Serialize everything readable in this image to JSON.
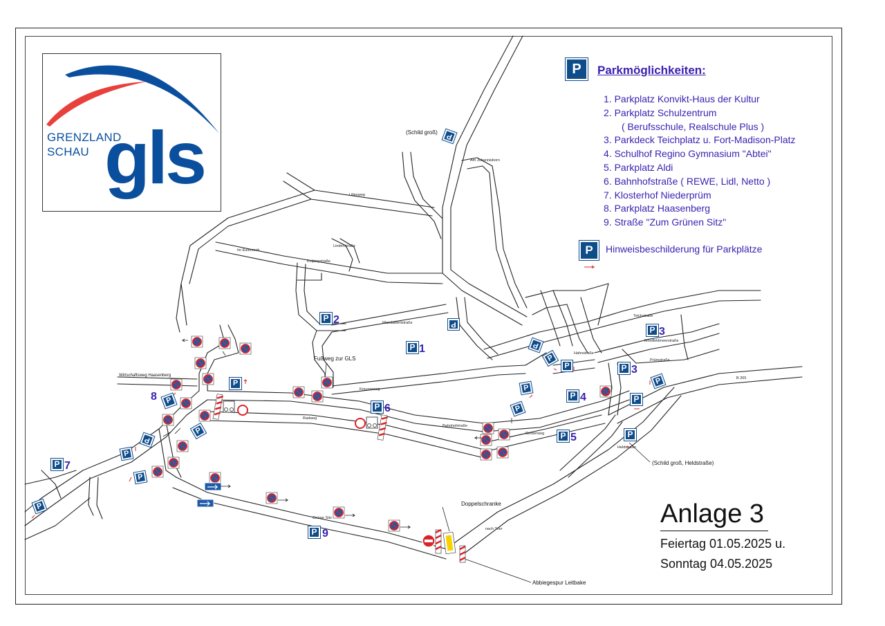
{
  "logo": {
    "line1": "GRENZLAND",
    "line2": "SCHAU",
    "wordmark": "gls",
    "colors": {
      "blue": "#0a4f9e",
      "red": "#e8413c"
    }
  },
  "legend": {
    "parking_symbol": "P",
    "title": "Parkmöglichkeiten:",
    "items": [
      "1.  Parkplatz Konvikt-Haus der Kultur",
      "2.  Parkplatz Schulzentrum",
      "( Berufsschule, Realschule Plus )",
      "3.  Parkdeck Teichplatz u. Fort-Madison-Platz",
      "4.  Schulhof Regino Gymnasium \"Abtei\"",
      "5.  Parkplatz Aldi",
      "6.  Bahnhofstraße ( REWE, Lidl, Netto )",
      "7.  Klosterhof Niederprüm",
      "8.  Parkplatz Haasenberg",
      "9.  Straße \"Zum Grünen Sitz\""
    ],
    "hint": "Hinweisbeschilderung für Parkplätze",
    "text_color": "#3a1fb0",
    "sign_color": "#0f4c8a"
  },
  "map": {
    "callouts": {
      "schild_gross": "(Schild groß)",
      "schild_held": "(Schild groß, Heldstraße)",
      "fussweg": "Fußweg zur GLS",
      "doppelschranke": "Doppelschranke",
      "abbiege": "Abbiegespur Leitbake",
      "wirtschaftsweg": "Wirtschaftsweg Haasenberg"
    },
    "parking_numbers": [
      "1",
      "2",
      "3",
      "3",
      "4",
      "5",
      "6",
      "7",
      "8",
      "9"
    ],
    "street_labels": {
      "lillenweg": "Lillenweg",
      "eulenrech": "Im Eulenrech",
      "kolpingstrasse": "Kolpingstraße",
      "lindenstrasse": "Lindenstraße",
      "wandalbertstrasse": "Wandalbertstraße",
      "kreuzerweg": "Kreuzerweg",
      "radweg": "Radweg",
      "bahnhofstrasse": "Bahnhofstraße",
      "gerberweg": "Gerberweg",
      "gruener_sitz": "Grüner Sitz",
      "nach_trier": "nach Trier",
      "b265": "B 265",
      "hahnstrasse": "Hahnstraße",
      "teichstrasse": "Teichstraße",
      "mordfeld": "Mordfeldmeerstraße",
      "pruemstrasse": "Prümstraße",
      "heldstrasse": "Heldstraße",
      "am_johannisborn": "Am Johannisborn"
    }
  },
  "title": {
    "anlage": "Anlage 3",
    "date1": "Feiertag 01.05.2025 u.",
    "date2": "Sonntag 04.05.2025"
  }
}
